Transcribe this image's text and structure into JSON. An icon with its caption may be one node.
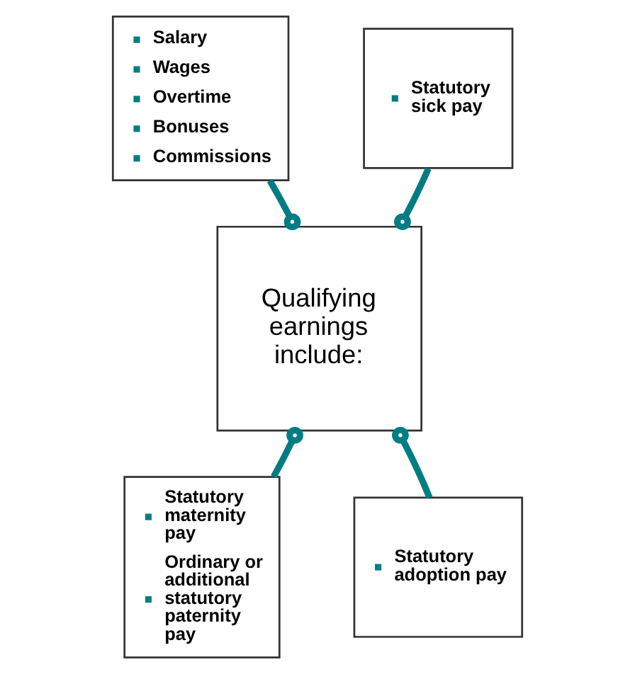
{
  "diagram": {
    "nodes": [
      {
        "text": [
          "Salary",
          "Wages",
          "Overtime",
          "Bonuses",
          "Commissions"
        ]
      },
      {
        "text": [
          "Statutory sick pay"
        ]
      },
      {
        "text": [
          "Qualifying earnings include:"
        ]
      },
      {
        "text": [
          "Statutory maternity pay",
          "Ordinary or additional statutory paternity pay"
        ]
      },
      {
        "text": [
          "Statutory adoption pay"
        ]
      }
    ],
    "edges": [
      {
        "from": 0,
        "to": 2,
        "arrow": "other"
      },
      {
        "from": 1,
        "to": 2,
        "arrow": "other"
      },
      {
        "from": 3,
        "to": 2,
        "arrow": "other"
      },
      {
        "from": 4,
        "to": 2,
        "arrow": "other"
      }
    ]
  }
}
